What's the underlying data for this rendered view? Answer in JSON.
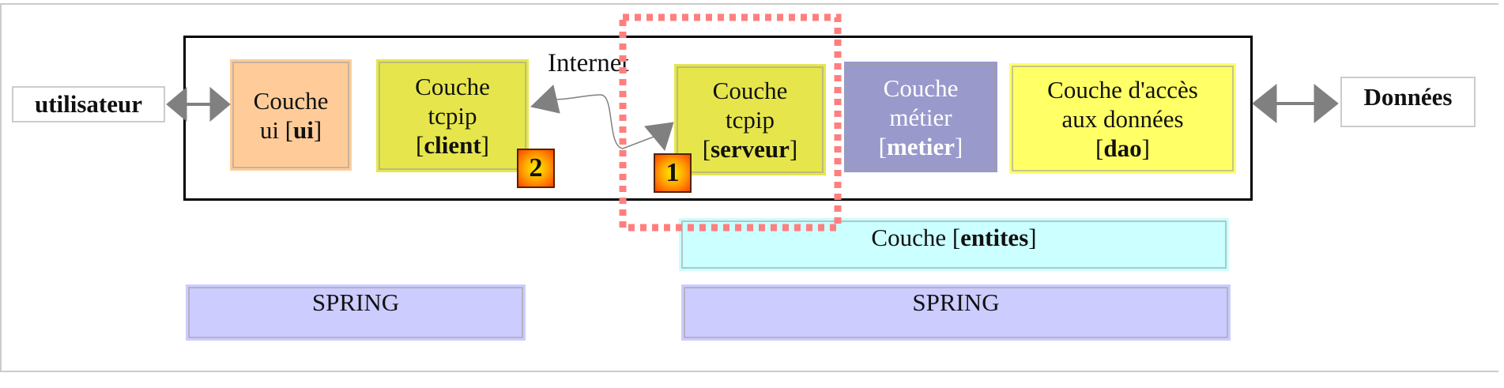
{
  "external": {
    "user": "utilisateur",
    "data": "Données"
  },
  "layers": {
    "ui": {
      "line1": "Couche",
      "line2_pre": "ui [",
      "line2_bold": "ui",
      "line2_post": "]"
    },
    "client": {
      "line1": "Couche",
      "line2": "tcpip",
      "pre": "[",
      "bold": "client",
      "post": "]"
    },
    "server": {
      "line1": "Couche",
      "line2": "tcpip",
      "pre": "[",
      "bold": "serveur",
      "post": "]"
    },
    "metier": {
      "line1": "Couche",
      "line2": "métier",
      "pre": "[",
      "bold": "metier",
      "post": "]"
    },
    "dao": {
      "line1": "Couche d'accès",
      "line2": "aux données",
      "pre": "[",
      "bold": "dao",
      "post": "]"
    },
    "entites": {
      "pre": "Couche [",
      "bold": "entites",
      "post": "]"
    }
  },
  "spring": [
    "SPRING",
    "SPRING"
  ],
  "network_label": "Internet",
  "badges": [
    "1",
    "2"
  ],
  "colors": {
    "ui": "#ffcc99",
    "tcpip": "#e6e64c",
    "metier": "#9999cc",
    "dao": "#ffff66",
    "entites": "#ccffff",
    "spring": "#ccccff",
    "highlight": "#ff7f7f",
    "arrow": "#808080"
  }
}
